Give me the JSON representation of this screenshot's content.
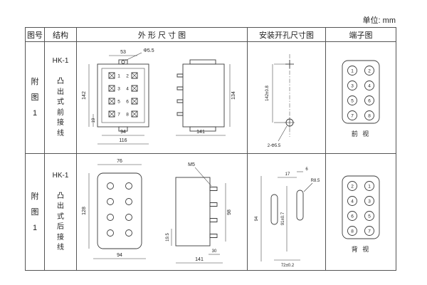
{
  "unit_label": "单位: mm",
  "headers": {
    "fig_no": "图号",
    "structure": "结构",
    "outline": "外 形 尺 寸 图",
    "mounting": "安装开孔尺寸图",
    "terminal": "端子图"
  },
  "rows": [
    {
      "fig_no": "附\n图\n1",
      "structure": "HK-1\n\n凸\n出\n式\n前\n接\n线",
      "outline": {
        "top": "53",
        "hole": "Φ5.5",
        "height": "142",
        "side": "19",
        "inner_width": "94",
        "width": "116",
        "side_height": "134",
        "depth": "141"
      },
      "mounting": {
        "span": "142±0.8",
        "holes": "2-Φ5.5"
      },
      "terminals_left": [
        "1",
        "3",
        "5",
        "7"
      ],
      "terminals_right": [
        "2",
        "4",
        "6",
        "8"
      ],
      "terminal_label": "前 视"
    },
    {
      "fig_no": "附\n图\n1",
      "structure": "HK-1\n\n凸\n出\n式\n后\n接\n线",
      "outline": {
        "width": "76",
        "height": "128",
        "bottom": "94",
        "thread": "M5",
        "stud": "98",
        "stud_small": "19.5",
        "d30": "30",
        "depth": "141"
      },
      "mounting": {
        "a17": "17",
        "a6": "6",
        "radius": "R8.5",
        "height": "94",
        "vspan": "91±0.7",
        "hspan": "72±0.2"
      },
      "terminals_left": [
        "2",
        "4",
        "6",
        "8"
      ],
      "terminals_right": [
        "1",
        "3",
        "5",
        "7"
      ],
      "terminal_label": "背 视"
    }
  ]
}
